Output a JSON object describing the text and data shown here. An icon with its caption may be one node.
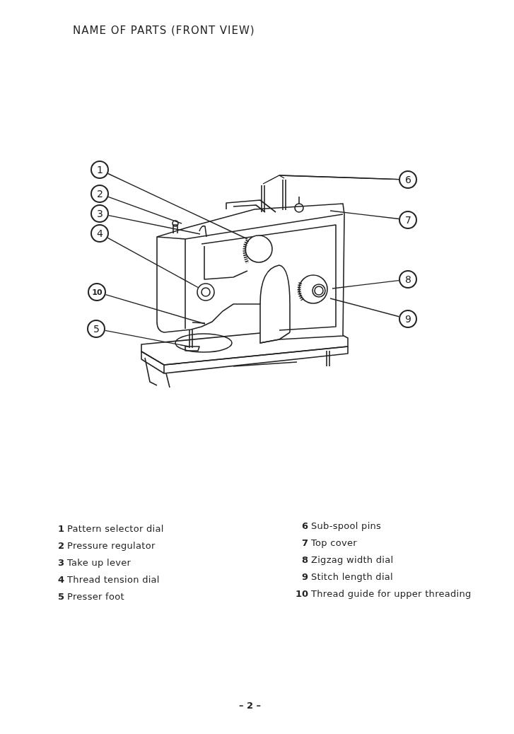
{
  "diagram": {
    "title": "NAME OF PARTS (FRONT VIEW)",
    "nodes": [
      {
        "text": [
          "1"
        ]
      },
      {
        "text": [
          "2"
        ]
      },
      {
        "text": [
          "3"
        ]
      },
      {
        "text": [
          "4"
        ]
      },
      {
        "text": [
          "10"
        ]
      },
      {
        "text": [
          "5"
        ]
      },
      {
        "text": [
          "6"
        ]
      },
      {
        "text": [
          "7"
        ]
      },
      {
        "text": [
          "8"
        ]
      },
      {
        "text": [
          "9"
        ]
      },
      {
        "text": [],
        "shape": "picture"
      }
    ],
    "edges": [
      {
        "from": 0,
        "to": 10,
        "arrow": "none"
      },
      {
        "from": 1,
        "to": 10,
        "arrow": "none"
      },
      {
        "from": 2,
        "to": 10,
        "arrow": "none"
      },
      {
        "from": 3,
        "to": 10,
        "arrow": "none"
      },
      {
        "from": 4,
        "to": 10,
        "arrow": "none"
      },
      {
        "from": 5,
        "to": 10,
        "arrow": "none"
      },
      {
        "from": 6,
        "to": 10,
        "arrow": "none"
      },
      {
        "from": 6,
        "to": 10,
        "arrow": "none"
      },
      {
        "from": 7,
        "to": 10,
        "arrow": "none"
      },
      {
        "from": 8,
        "to": 10,
        "arrow": "none"
      },
      {
        "from": 9,
        "to": 10,
        "arrow": "none"
      }
    ],
    "labels": [
      "1",
      "Pattern selector dial",
      "2",
      "Pressure regulator",
      "3",
      "Take up lever",
      "4",
      "Thread tension dial",
      "5",
      "Presser foot",
      "6",
      "Sub-spool pins",
      "7",
      "Top cover",
      "8",
      "Zigzag width dial",
      "9",
      "Stitch length dial",
      "10",
      "Thread guide for upper threading",
      "– 2 –"
    ]
  }
}
